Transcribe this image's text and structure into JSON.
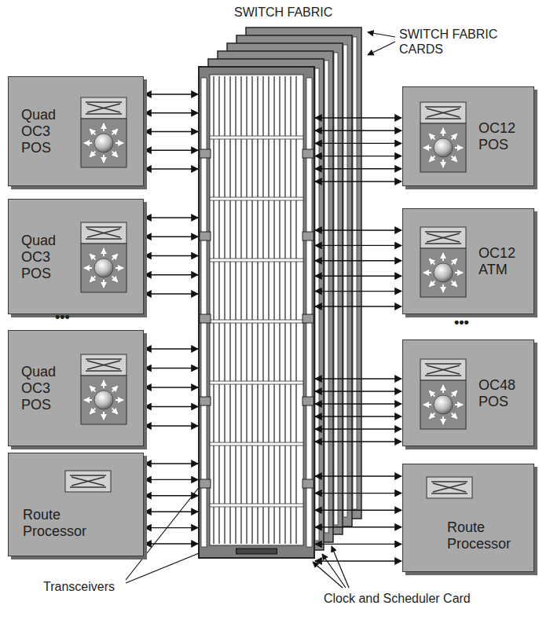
{
  "diagram": {
    "nodes": [
      {
        "text": [
          "SWITCH FABRIC"
        ]
      },
      {
        "text": [
          "Quad OC3 POS"
        ]
      },
      {
        "text": [
          "Quad OC3 POS"
        ]
      },
      {
        "text": [
          "Quad OC3 POS"
        ]
      },
      {
        "text": [
          "Route Processor"
        ]
      },
      {
        "text": [
          "OC12 POS"
        ]
      },
      {
        "text": [
          "OC12 ATM"
        ]
      },
      {
        "text": [
          "OC48 POS"
        ]
      },
      {
        "text": [
          "Route Processor"
        ]
      }
    ],
    "edges": [
      {
        "from": 1,
        "to": 0,
        "arrow": "both"
      },
      {
        "from": 1,
        "to": 0,
        "arrow": "both"
      },
      {
        "from": 1,
        "to": 0,
        "arrow": "both"
      },
      {
        "from": 1,
        "to": 0,
        "arrow": "both"
      },
      {
        "from": 1,
        "to": 0,
        "arrow": "both"
      },
      {
        "from": 2,
        "to": 0,
        "arrow": "both"
      },
      {
        "from": 2,
        "to": 0,
        "arrow": "both"
      },
      {
        "from": 2,
        "to": 0,
        "arrow": "both"
      },
      {
        "from": 2,
        "to": 0,
        "arrow": "both"
      },
      {
        "from": 2,
        "to": 0,
        "arrow": "both"
      },
      {
        "from": 3,
        "to": 0,
        "arrow": "both"
      },
      {
        "from": 3,
        "to": 0,
        "arrow": "both"
      },
      {
        "from": 3,
        "to": 0,
        "arrow": "both"
      },
      {
        "from": 3,
        "to": 0,
        "arrow": "both"
      },
      {
        "from": 3,
        "to": 0,
        "arrow": "both"
      },
      {
        "from": 4,
        "to": 0,
        "arrow": "both"
      },
      {
        "from": 4,
        "to": 0,
        "arrow": "both"
      },
      {
        "from": 4,
        "to": 0,
        "arrow": "both"
      },
      {
        "from": 4,
        "to": 0,
        "arrow": "both"
      },
      {
        "from": 4,
        "to": 0,
        "arrow": "both"
      },
      {
        "from": 4,
        "to": 0,
        "arrow": "both"
      },
      {
        "from": 5,
        "to": 0,
        "arrow": "both"
      },
      {
        "from": 5,
        "to": 0,
        "arrow": "both"
      },
      {
        "from": 5,
        "to": 0,
        "arrow": "both"
      },
      {
        "from": 5,
        "to": 0,
        "arrow": "both"
      },
      {
        "from": 5,
        "to": 0,
        "arrow": "both"
      },
      {
        "from": 5,
        "to": 0,
        "arrow": "both"
      },
      {
        "from": 6,
        "to": 0,
        "arrow": "both"
      },
      {
        "from": 6,
        "to": 0,
        "arrow": "both"
      },
      {
        "from": 6,
        "to": 0,
        "arrow": "both"
      },
      {
        "from": 6,
        "to": 0,
        "arrow": "both"
      },
      {
        "from": 6,
        "to": 0,
        "arrow": "both"
      },
      {
        "from": 6,
        "to": 0,
        "arrow": "both"
      },
      {
        "from": 7,
        "to": 0,
        "arrow": "both"
      },
      {
        "from": 7,
        "to": 0,
        "arrow": "both"
      },
      {
        "from": 7,
        "to": 0,
        "arrow": "both"
      },
      {
        "from": 7,
        "to": 0,
        "arrow": "both"
      },
      {
        "from": 7,
        "to": 0,
        "arrow": "both"
      },
      {
        "from": 7,
        "to": 0,
        "arrow": "both"
      },
      {
        "from": 8,
        "to": 0,
        "arrow": "both"
      },
      {
        "from": 8,
        "to": 0,
        "arrow": "both"
      },
      {
        "from": 8,
        "to": 0,
        "arrow": "both"
      },
      {
        "from": 8,
        "to": 0,
        "arrow": "both"
      },
      {
        "from": 8,
        "to": 0,
        "arrow": "both"
      },
      {
        "from": 8,
        "to": 0,
        "arrow": "both"
      }
    ],
    "labels": [
      "SWITCH FABRIC CARDS",
      "•••",
      "•••",
      "Transceivers",
      "Clock and Scheduler Card"
    ]
  }
}
